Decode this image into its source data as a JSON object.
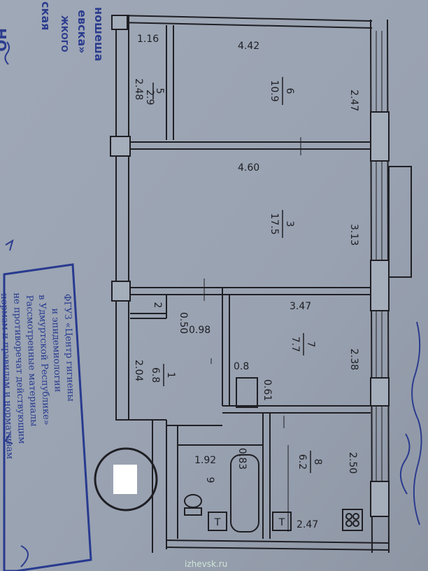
{
  "dimensions": {
    "d1": "1.16",
    "d2": "4.42",
    "d3": "2.48",
    "d4": "2.9",
    "d5": "2.47",
    "d6": "4.60",
    "d7": "3.13",
    "d8": "3.47",
    "d9": "0.50",
    "d10": "0.98",
    "d11": "2.38",
    "d12": "2.04",
    "d13": "0.8",
    "d14": "0.61",
    "d15": "1.92",
    "d16": "0.83",
    "d17": "2.50",
    "d18": "2.47"
  },
  "rooms": [
    {
      "number": "5",
      "area": "2.9"
    },
    {
      "number": "6",
      "area": "10.9"
    },
    {
      "number": "3",
      "area": "17.5"
    },
    {
      "number": "7",
      "area": "7.7"
    },
    {
      "number": "1",
      "area": "6.8"
    },
    {
      "number": "8",
      "area": "6.2"
    },
    {
      "number": "9",
      "area": ""
    },
    {
      "number": "2",
      "area": ""
    }
  ],
  "stamp": {
    "lines": [
      "ФГУЗ «Центр гигиены",
      "и эпидемиологии",
      "в Удмуртской Республике»",
      "Рассмотренные материалы",
      "не противоречат действующим",
      "нормам и правилам и нормативам"
    ]
  },
  "left_edge": {
    "line1": "НО",
    "line2": "ская",
    "line3": "ЖКОГО",
    "line4": "евска»",
    "line5": "ношеша"
  },
  "watermark": "izhevsk.ru",
  "colors": {
    "paper": "#9aa3b1",
    "ink": "#1f1f24",
    "stamp": "#283a8f"
  }
}
